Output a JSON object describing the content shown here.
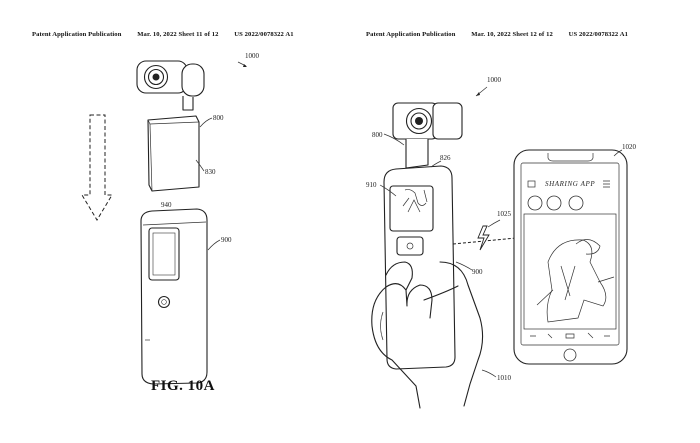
{
  "sheet_left": {
    "header": {
      "publication": "Patent Application Publication",
      "date_sheet": "Mar. 10, 2022  Sheet 11 of 12",
      "number": "US 2022/0078322 A1"
    },
    "refs": {
      "assembly": "1000",
      "upper_body": "800",
      "body_face": "830",
      "top_edge": "940",
      "handle": "900"
    },
    "figure_label": "FIG. 10A"
  },
  "sheet_right": {
    "header": {
      "publication": "Patent Application Publication",
      "date_sheet": "Mar. 10, 2022  Sheet 12 of 12",
      "number": "US 2022/0078322 A1"
    },
    "refs": {
      "assembly": "1000",
      "upper_body": "800",
      "seam": "826",
      "display": "910",
      "phone": "1020",
      "wireless": "1025",
      "handle": "900",
      "hand": "1010"
    },
    "phone_app_title": "SHARING APP"
  }
}
